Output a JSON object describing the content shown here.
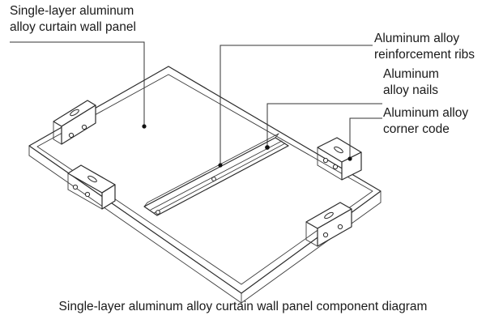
{
  "labels": {
    "panel": [
      "Single-layer aluminum",
      "alloy curtain wall panel"
    ],
    "ribs": [
      "Aluminum alloy",
      "reinforcement ribs"
    ],
    "nails": [
      "Aluminum",
      "alloy nails"
    ],
    "corner": [
      "Aluminum alloy",
      "corner code"
    ]
  },
  "caption": "Single-layer aluminum alloy curtain wall panel component diagram"
}
